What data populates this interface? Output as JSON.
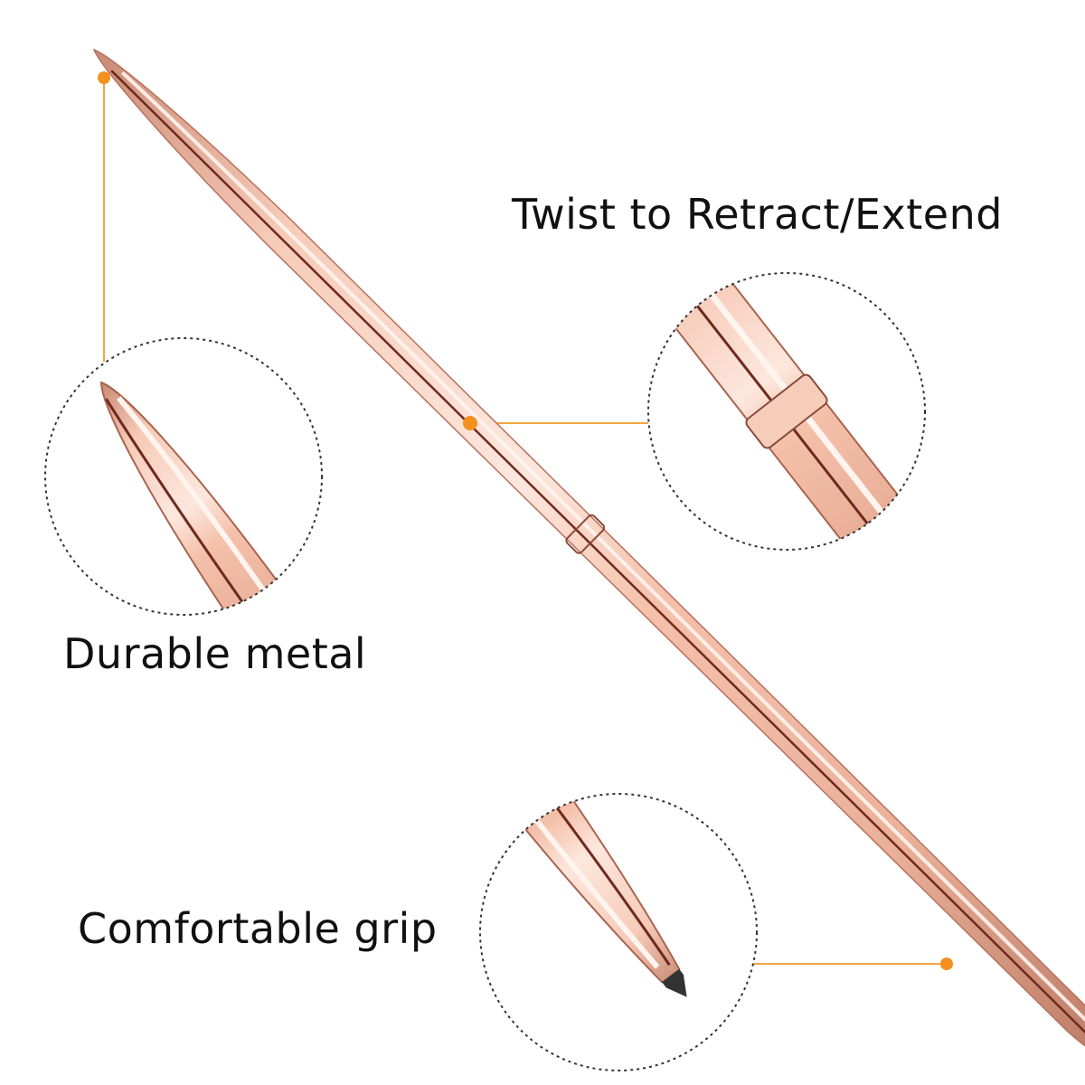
{
  "labels": {
    "twist": "Twist to Retract/Extend",
    "durable": "Durable metal",
    "grip": "Comfortable grip"
  },
  "colors": {
    "callout_line": "#f2a641",
    "callout_dot": "#f5901e",
    "pen_light": "#fbe2d6",
    "pen_mid": "#f0b9a2",
    "pen_dark": "#6e2a1e",
    "tip": "#3a3a3a",
    "circle_border": "#333333",
    "text": "#111111",
    "background": "#ffffff"
  }
}
